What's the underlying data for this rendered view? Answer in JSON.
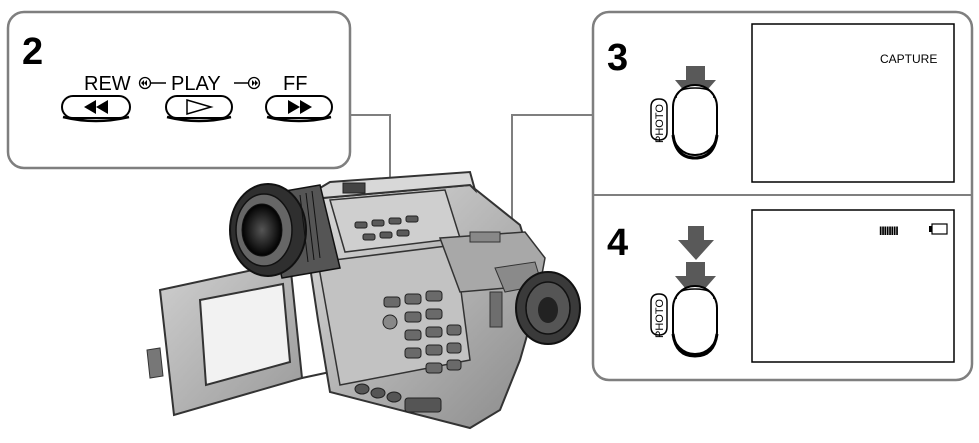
{
  "step2": {
    "number": "2",
    "rew_label": "REW",
    "play_label": "PLAY",
    "ff_label": "FF"
  },
  "step3": {
    "number": "3",
    "photo_label": "PHOTO",
    "screen_text": "CAPTURE"
  },
  "step4": {
    "number": "4",
    "photo_label": "PHOTO",
    "screen_indicator": "IIIIIIII"
  },
  "colors": {
    "panel_border": "#7f7f7f",
    "arrow": "#595959",
    "camera_body": "#b8b8b8",
    "camera_dark": "#3a3a3a"
  },
  "icons": [
    "rewind-icon",
    "play-icon",
    "fast-forward-icon",
    "down-arrow-icon",
    "photo-button-icon",
    "battery-icon"
  ]
}
